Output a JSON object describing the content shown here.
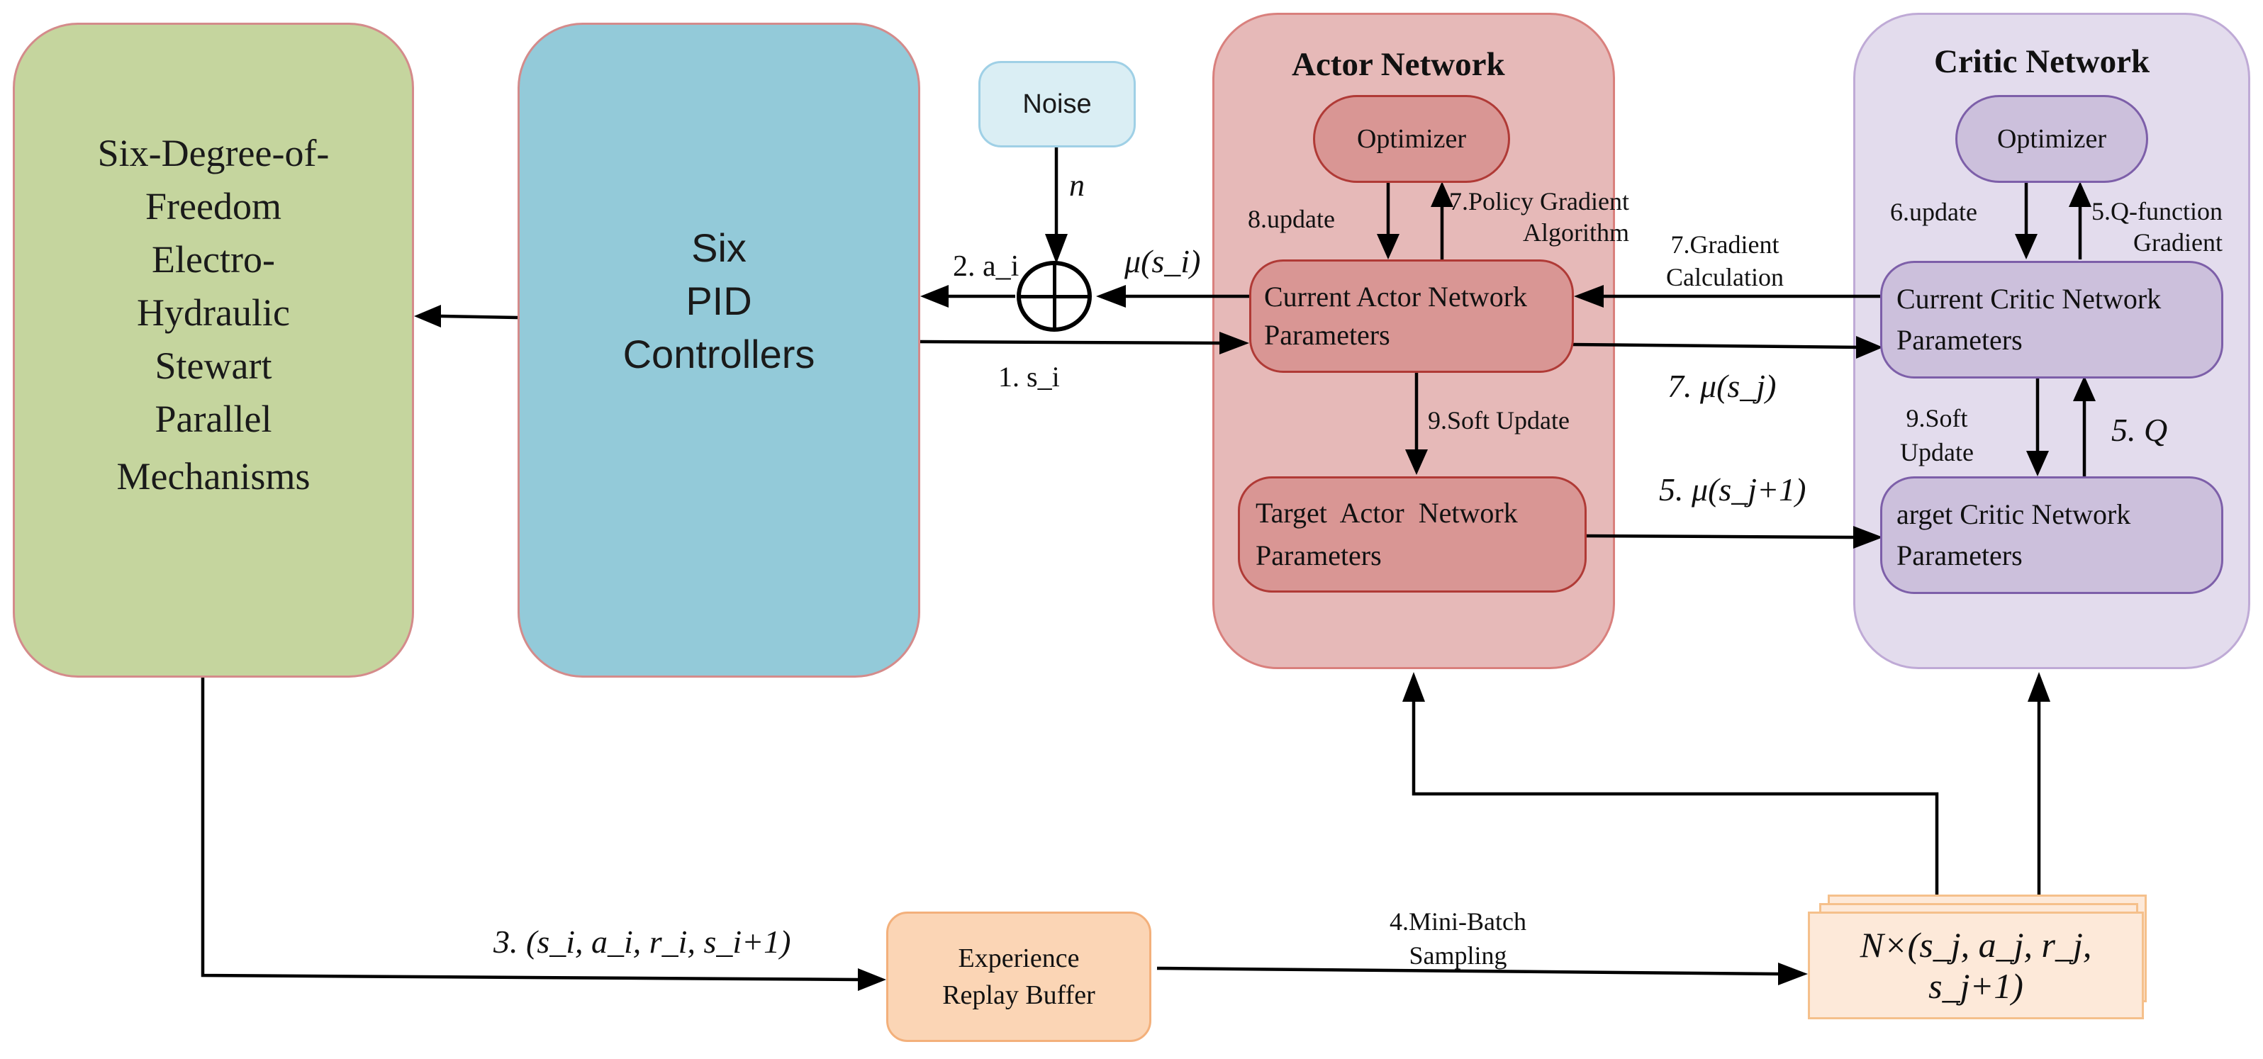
{
  "blocks": {
    "stewart": {
      "lines": [
        "Six-Degree-of-",
        "Freedom",
        "Electro-",
        "Hydraulic",
        "Stewart",
        "Parallel",
        "Mechanisms"
      ]
    },
    "pid": {
      "lines": [
        "Six",
        "PID",
        "Controllers"
      ]
    },
    "noise": "Noise",
    "actor": {
      "title": "Actor Network",
      "optimizer": "Optimizer",
      "current": [
        "Current Actor Network",
        "Parameters"
      ],
      "target": [
        "Target  Actor  Network",
        "Parameters"
      ]
    },
    "critic": {
      "title": "Critic Network",
      "optimizer": "Optimizer",
      "current": [
        "Current Critic Network",
        "Parameters"
      ],
      "target": [
        "arget Critic Network",
        "Parameters"
      ]
    },
    "replay": [
      "Experience",
      "Replay Buffer"
    ],
    "minibatch": "N×(s_j, a_j, r_j, s_j+1)"
  },
  "labels": {
    "noise_var": "n",
    "action": "2. a_i",
    "policy_out": "μ(s_i)",
    "state": "1. s_i",
    "actor_update": "8.update",
    "policy_gradient": [
      "7.Policy Gradient",
      "Algorithm"
    ],
    "gradient_calc": [
      "7.Gradient",
      "Calculation"
    ],
    "mu_sj": "7. μ(s_j)",
    "actor_soft_update": "9.Soft Update",
    "mu_sj1": "5. μ(s_j+1)",
    "critic_update": "6.update",
    "q_gradient": [
      "5.Q-function",
      "Gradient"
    ],
    "critic_soft_update": [
      "9.Soft",
      "Update"
    ],
    "q_value": "5. Q",
    "transition": "3. (s_i, a_i, r_i, s_i+1)",
    "sampling": [
      "4.Mini-Batch",
      "Sampling"
    ]
  },
  "colors": {
    "stewart_fill": "#c5d59e",
    "stewart_border": "#d48b8b",
    "pid_fill": "#93cad9",
    "pid_border": "#d48b8b",
    "noise_fill": "#daeef4",
    "noise_border": "#9fd0e6",
    "actor_fill": "#e6b9b8",
    "actor_border": "#d9807d",
    "actor_node_fill": "#d99694",
    "actor_node_border": "#b03a36",
    "critic_fill": "#e3dced",
    "critic_border": "#bfaad6",
    "critic_node_fill": "#ccc0dc",
    "critic_node_border": "#7d5fa9",
    "replay_fill": "#fbd5b5",
    "replay_border": "#f3b07b",
    "batch_fill": "#fde9d9",
    "batch_border": "#f5c08b"
  }
}
